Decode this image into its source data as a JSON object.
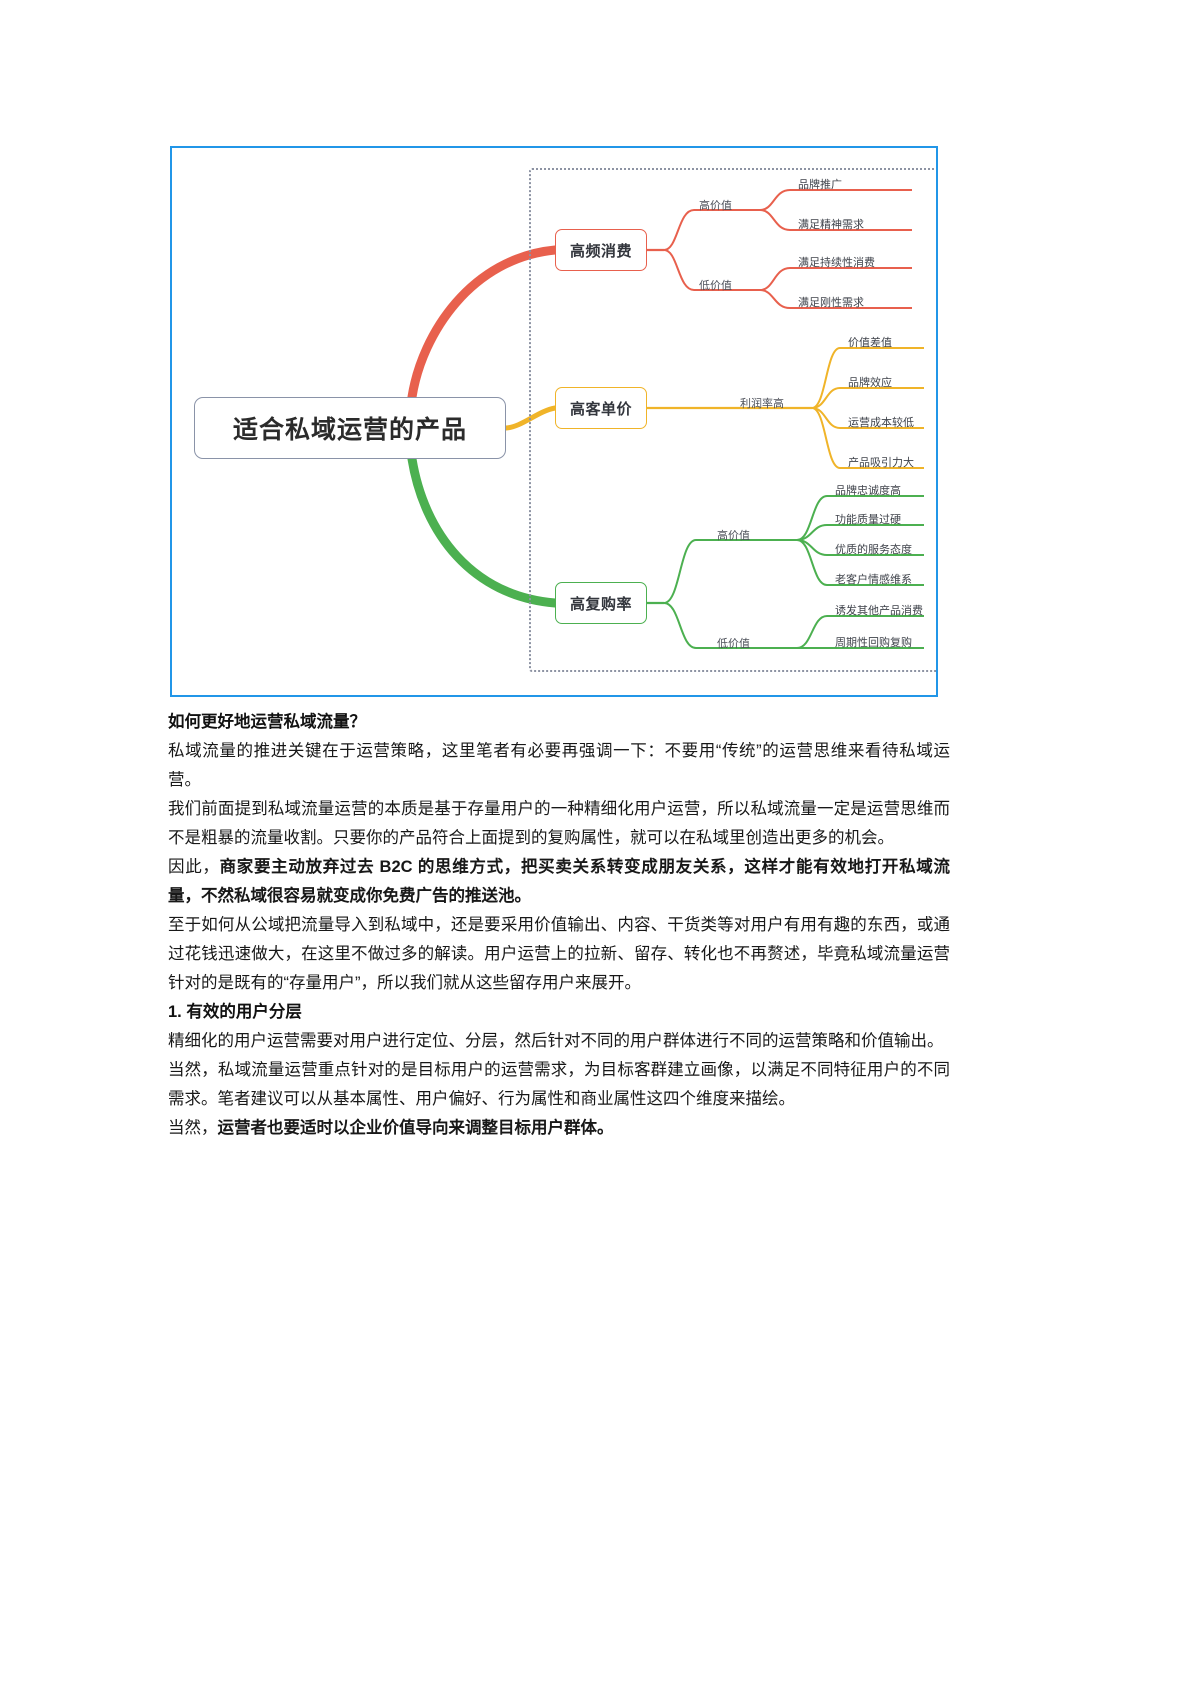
{
  "figure": {
    "border_color": "#2196e8",
    "root": {
      "label": "适合私域运营的产品"
    },
    "dashed_group": {
      "border_color": "#8d93a3"
    },
    "branches": [
      {
        "id": "high-frequency-consumption",
        "label": "高频消费",
        "color": "#e8604d",
        "groups": [
          {
            "label": "高价值",
            "leaves": [
              "品牌推广",
              "满足精神需求"
            ]
          },
          {
            "label": "低价值",
            "leaves": [
              "满足持续性消费",
              "满足刚性需求"
            ]
          }
        ]
      },
      {
        "id": "high-unit-price",
        "label": "高客单价",
        "color": "#f0b429",
        "groups": [
          {
            "label": "利润率高",
            "leaves": [
              "价值差值",
              "品牌效应",
              "运营成本较低",
              "产品吸引力大"
            ]
          }
        ]
      },
      {
        "id": "high-repurchase-rate",
        "label": "高复购率",
        "color": "#4cb050",
        "groups": [
          {
            "label": "高价值",
            "leaves": [
              "品牌忠诚度高",
              "功能质量过硬",
              "优质的服务态度",
              "老客户情感维系"
            ]
          },
          {
            "label": "低价值",
            "leaves": [
              "诱发其他产品消费",
              "周期性回购复购"
            ]
          }
        ]
      }
    ]
  },
  "document": {
    "heading_1": "如何更好地运营私域流量？",
    "para_1": "私域流量的推进关键在于运营策略，这里笔者有必要再强调一下：不要用“传统”的运营思维来看待私域运营。",
    "para_2": "我们前面提到私域流量运营的本质是基于存量用户的一种精细化用户运营，所以私域流量一定是运营思维而不是粗暴的流量收割。只要你的产品符合上面提到的复购属性，就可以在私域里创造出更多的机会。",
    "para_3_prefix": "因此，",
    "para_3_bold": "商家要主动放弃过去 B2C 的思维方式，把买卖关系转变成朋友关系，这样才能有效地打开私域流量，不然私域很容易就变成你免费广告的推送池。",
    "para_4": "至于如何从公域把流量导入到私域中，还是要采用价值输出、内容、干货类等对用户有用有趣的东西，或通过花钱迅速做大，在这里不做过多的解读。用户运营上的拉新、留存、转化也不再赘述，毕竟私域流量运营针对的是既有的“存量用户”，所以我们就从这些留存用户来展开。",
    "heading_2": "1. 有效的用户分层",
    "para_5": "精细化的用户运营需要对用户进行定位、分层，然后针对不同的用户群体进行不同的运营策略和价值输出。",
    "para_6": "当然，私域流量运营重点针对的是目标用户的运营需求，为目标客群建立画像，以满足不同特征用户的不同需求。笔者建议可以从基本属性、用户偏好、行为属性和商业属性这四个维度来描绘。",
    "para_7_prefix": "当然，",
    "para_7_bold": "运营者也要适时以企业价值导向来调整目标用户群体。"
  }
}
